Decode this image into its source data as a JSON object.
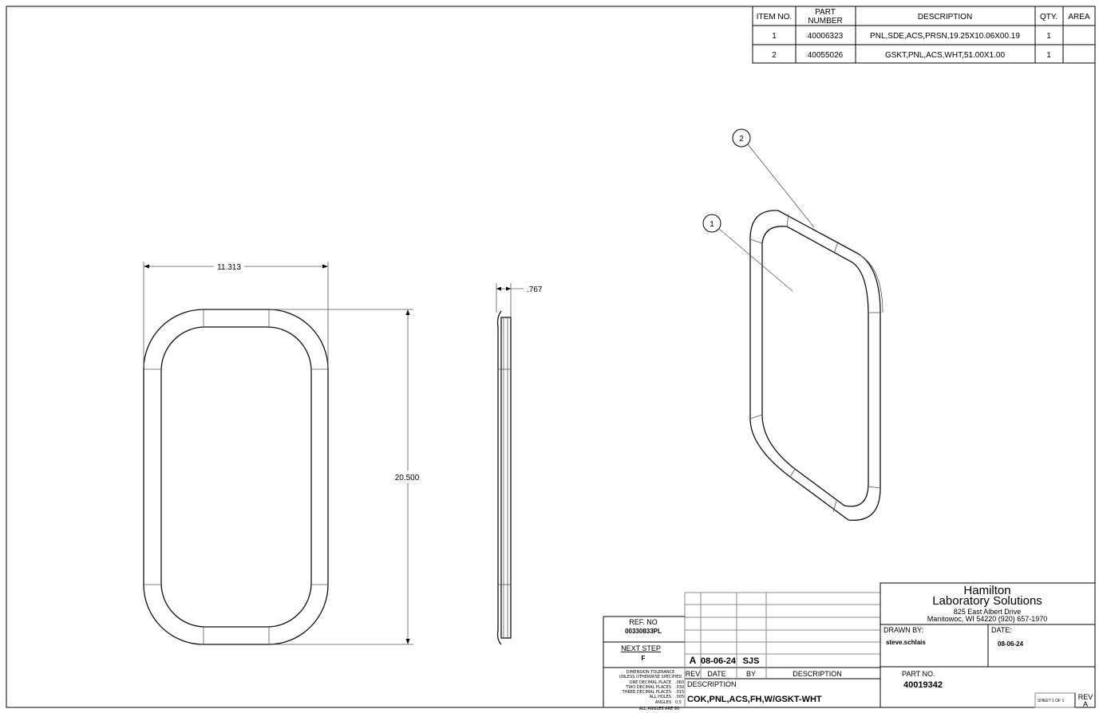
{
  "bom": {
    "headers": [
      "ITEM NO.",
      "PART",
      "NUMBER",
      "DESCRIPTION",
      "QTY.",
      "AREA"
    ],
    "rows": [
      {
        "item": "1",
        "part": "40006323",
        "desc": "PNL,SDE,ACS,PRSN,19.25X10.06X00.19",
        "qty": "1",
        "area": ""
      },
      {
        "item": "2",
        "part": "40055026",
        "desc": "GSKT,PNL,ACS,WHT,51.00X1.00",
        "qty": "1",
        "area": ""
      }
    ]
  },
  "dimensions": {
    "width": "11.313",
    "height": "20.500",
    "thickness": ".767"
  },
  "balloons": [
    "1",
    "2"
  ],
  "title_block": {
    "company_line1": "Hamilton",
    "company_line2": "Laboratory Solutions",
    "address1": "825 East Albert Drive",
    "address2": "Manitowoc,  WI  54220  (920) 657-1970",
    "drawn_by_label": "DRAWN BY:",
    "drawn_by": "steve.schlais",
    "date_label": "DATE:",
    "date": "08-06-24",
    "part_no_label": "PART NO.",
    "part_no": "40019342",
    "sheet": "SHEET 1 OF 1",
    "rev_label": "REV",
    "rev": "A",
    "ref_no_label": "REF. NO",
    "ref_no": "00330833PL",
    "next_step_label": "NEXT STEP",
    "next_step": "F",
    "description_label": "DESCRIPTION",
    "description": "COK,PNL,ACS,FH,W/GSKT-WHT",
    "revision_headers": [
      "REV",
      "DATE",
      "BY",
      "DESCRIPTION"
    ],
    "revision_row": {
      "rev": "A",
      "date": "08-06-24",
      "by": "SJS",
      "desc": ""
    },
    "tolerance": {
      "title1": "DIMENSION TOLERANCE",
      "title2": "UNLESS OTHERWISE SPECIFIED",
      "rows": [
        {
          "label": "ONE DECIMAL PLACE",
          "value": ".060"
        },
        {
          "label": "TWO DECIMAL PLACES",
          "value": ".030"
        },
        {
          "label": "THREE DECIMAL PLACES",
          "value": ".015"
        },
        {
          "label": "ALL HOLES",
          "value": ".005"
        },
        {
          "label": "ANGLES",
          "value": "0.5"
        }
      ],
      "footer": "ALL ANGLES ARE 90"
    }
  }
}
